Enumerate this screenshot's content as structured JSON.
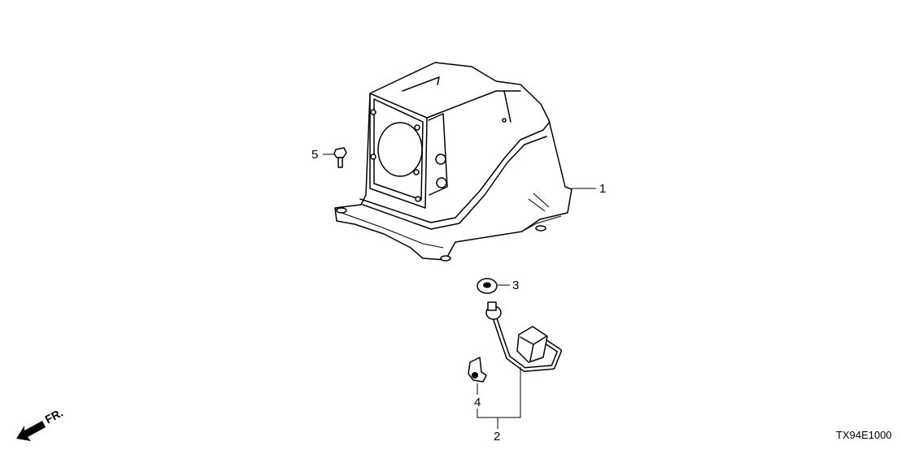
{
  "diagram": {
    "callouts": [
      {
        "id": "1",
        "label": "1"
      },
      {
        "id": "2",
        "label": "2"
      },
      {
        "id": "3",
        "label": "3"
      },
      {
        "id": "4",
        "label": "4"
      },
      {
        "id": "5",
        "label": "5"
      }
    ],
    "front_indicator": "FR.",
    "diagram_code": "TX94E1000"
  }
}
